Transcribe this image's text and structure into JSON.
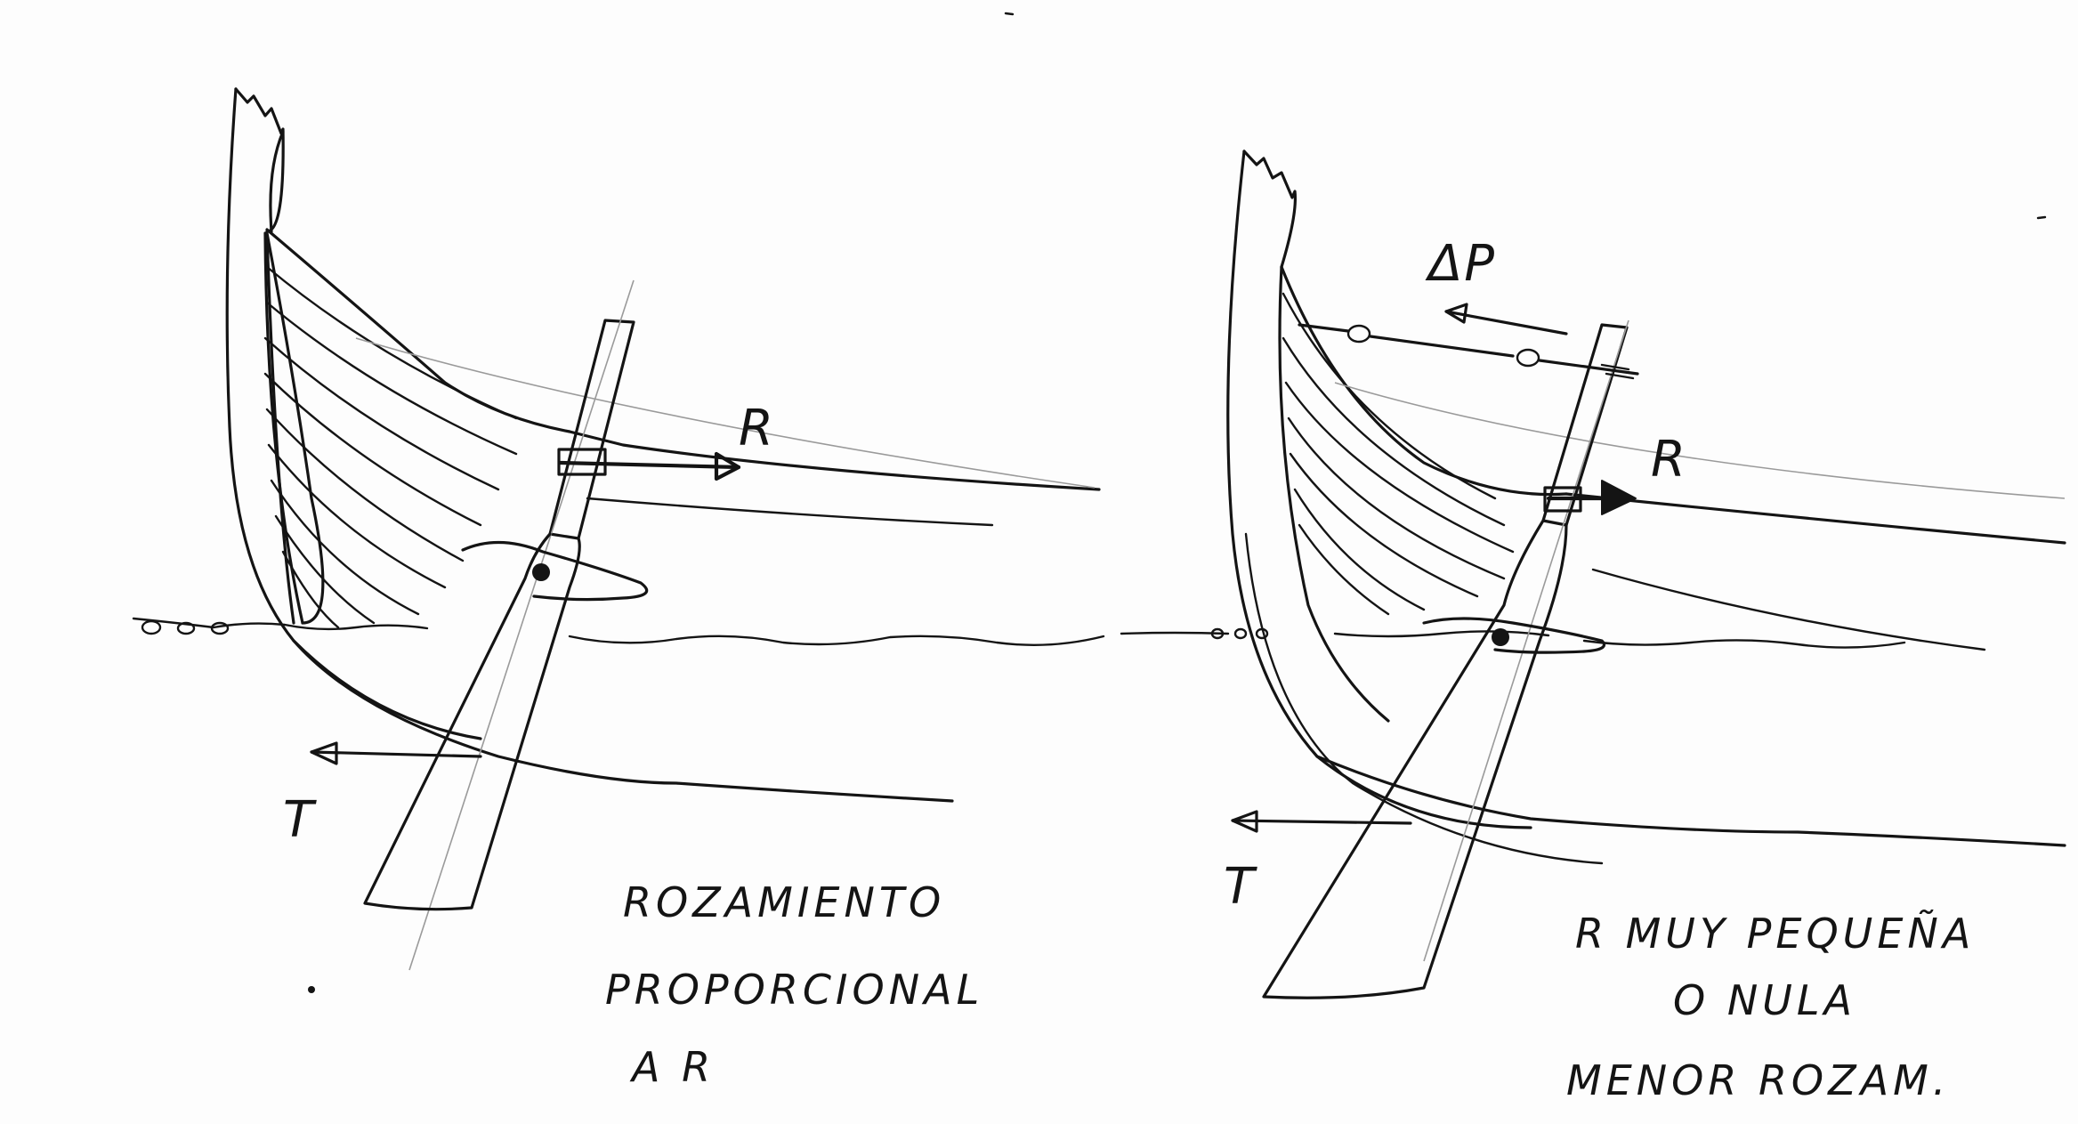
{
  "left": {
    "force_r": "R",
    "force_t": "T",
    "note": [
      "ROZAMIENTO",
      "PROPORCIONAL",
      "A R"
    ]
  },
  "right": {
    "force_r": "R",
    "force_t": "T",
    "delta_p": "ΔP",
    "note": [
      "R  MUY PEQUEÑA",
      "O NULA",
      "MENOR ROZAM."
    ]
  }
}
